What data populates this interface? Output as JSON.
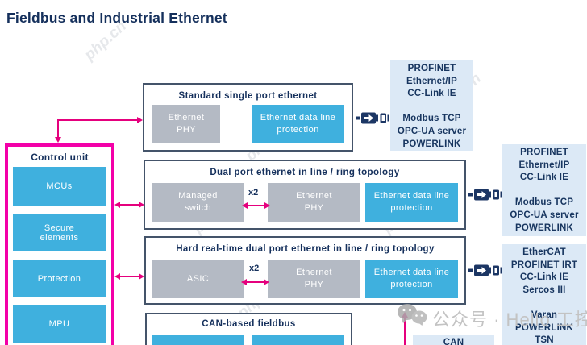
{
  "title": "Fieldbus and Industrial Ethernet",
  "watermark": {
    "site": "php.cn",
    "social": "公众号 · Hello 工控"
  },
  "colors": {
    "navy_text": "#15305c",
    "block_blue": "#3fb0de",
    "block_gray": "#b4bac4",
    "box_border": "#44546a",
    "control_unit_border": "#f300a8",
    "arrow_magenta": "#e5007d",
    "protocol_bg": "#dce9f6"
  },
  "control_unit": {
    "label": "Control unit",
    "components": [
      {
        "label": "MCUs"
      },
      {
        "label": "Secure\nelements"
      },
      {
        "label": "Protection"
      },
      {
        "label": "MPU"
      }
    ]
  },
  "rows": [
    {
      "title": "Standard single port ethernet",
      "blocks": [
        {
          "label": "Ethernet\nPHY"
        },
        {
          "label": "Ethernet data line\nprotection"
        }
      ]
    },
    {
      "title": "Dual port ethernet in line / ring topology",
      "multiplier": "x2",
      "blocks": [
        {
          "label": "Managed\nswitch"
        },
        {
          "label": "Ethernet\nPHY"
        },
        {
          "label": "Ethernet data line\nprotection"
        }
      ]
    },
    {
      "title": "Hard real-time dual port ethernet in line / ring topology",
      "multiplier": "x2",
      "blocks": [
        {
          "label": "ASIC"
        },
        {
          "label": "Ethernet\nPHY"
        },
        {
          "label": "Ethernet data line\nprotection"
        }
      ]
    },
    {
      "title": "CAN-based fieldbus",
      "blocks": [
        {
          "label": ""
        },
        {
          "label": ""
        }
      ]
    }
  ],
  "protocols": [
    {
      "lines": [
        "PROFINET",
        "Ethernet/IP",
        "CC-Link IE",
        "",
        "Modbus TCP",
        "OPC-UA server",
        "POWERLINK"
      ]
    },
    {
      "lines": [
        "PROFINET",
        "Ethernet/IP",
        "CC-Link IE",
        "",
        "Modbus TCP",
        "OPC-UA server",
        "POWERLINK"
      ]
    },
    {
      "lines": [
        "EtherCAT",
        "PROFINET IRT",
        "CC-Link IE",
        "Sercos III",
        "",
        "Varan",
        "POWERLINK",
        "TSN"
      ]
    },
    {
      "lines": [
        "CAN"
      ]
    }
  ]
}
